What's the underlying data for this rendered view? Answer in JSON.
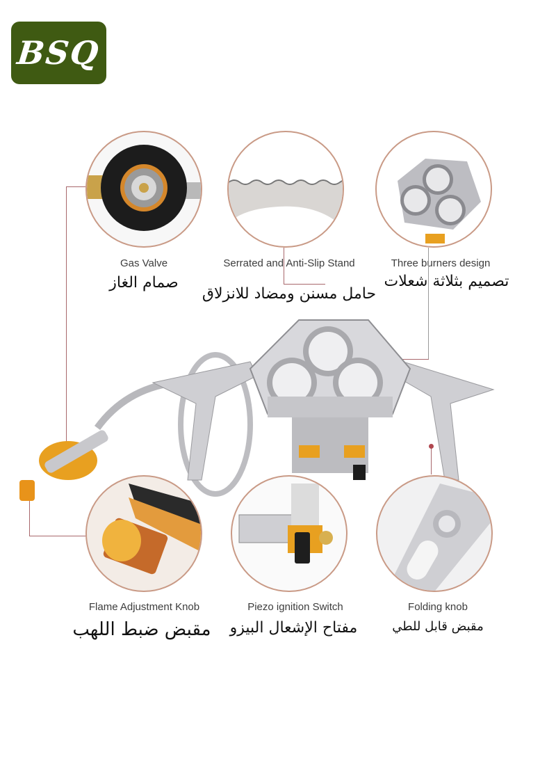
{
  "brand": {
    "logo_text": "BSQ",
    "logo_bg": "#3f5a12"
  },
  "product": "Three-burner camping gas stove",
  "features": [
    {
      "id": "gas-valve",
      "label_en": "Gas Valve",
      "label_ar": "صمام الغاز"
    },
    {
      "id": "serrated-stand",
      "label_en": "Serrated and Anti-Slip Stand",
      "label_ar": "حامل مسنن ومضاد للانزلاق"
    },
    {
      "id": "three-burners",
      "label_en": "Three burners design",
      "label_ar": "تصميم بثلاثة شعلات"
    },
    {
      "id": "flame-knob",
      "label_en": "Flame Adjustment Knob",
      "label_ar": "مقبض ضبط اللهب"
    },
    {
      "id": "piezo-switch",
      "label_en": "Piezo ignition Switch",
      "label_ar": "مفتاح الإشعال البيزو"
    },
    {
      "id": "folding-knob",
      "label_en": "Folding knob",
      "label_ar": "مقبض قابل للطي"
    }
  ],
  "colors": {
    "circle_border": "#c99a86",
    "callout_line": "#a8676b",
    "accent_orange": "#e8a020",
    "steel": "#c8c8cc"
  }
}
